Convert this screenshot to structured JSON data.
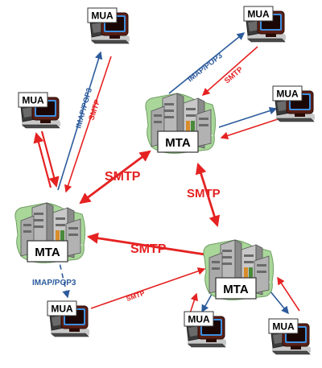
{
  "diagram": {
    "colors": {
      "smtp_red": "#e52222",
      "imap_blue": "#2c5b9c",
      "label_box_border": "#333333",
      "server_gray": "#b9b9b9",
      "green_blob": "#a9d79a",
      "monitor_dark": "#5a1f14",
      "monitor_blue": "#3d8fe0",
      "shadow": "#9a9a9a"
    },
    "nodes": [
      {
        "id": "mua-top-left",
        "kind": "mua",
        "label": "MUA"
      },
      {
        "id": "mua-top-center",
        "kind": "mua",
        "label": "MUA"
      },
      {
        "id": "mua-top-right",
        "kind": "mua",
        "label": "MUA"
      },
      {
        "id": "mua-right",
        "kind": "mua",
        "label": "MUA"
      },
      {
        "id": "mua-bottom-left",
        "kind": "mua",
        "label": "MUA"
      },
      {
        "id": "mua-bottom-center",
        "kind": "mua",
        "label": "MUA"
      },
      {
        "id": "mua-bottom-right",
        "kind": "mua",
        "label": "MUA"
      },
      {
        "id": "mta-left",
        "kind": "mta",
        "label": "MTA"
      },
      {
        "id": "mta-top-right",
        "kind": "mta",
        "label": "MTA"
      },
      {
        "id": "mta-bottom-right",
        "kind": "mta",
        "label": "MTA"
      }
    ],
    "edge_labels": [
      {
        "id": "imap-top-center",
        "text": "IMAP/POP3"
      },
      {
        "id": "smtp-top-center",
        "text": "SMTP"
      },
      {
        "id": "imap-top-right",
        "text": "IMAP/POP3"
      },
      {
        "id": "smtp-top-right",
        "text": "SMTP"
      },
      {
        "id": "smtp-left-upper",
        "text": "SMTP"
      },
      {
        "id": "smtp-right-vertical",
        "text": "SMTP"
      },
      {
        "id": "smtp-middle",
        "text": "SMTP"
      },
      {
        "id": "imap-bottom-left",
        "text": "IMAP/POP3"
      },
      {
        "id": "smtp-bottom-diagonal",
        "text": "SMTP"
      }
    ]
  }
}
